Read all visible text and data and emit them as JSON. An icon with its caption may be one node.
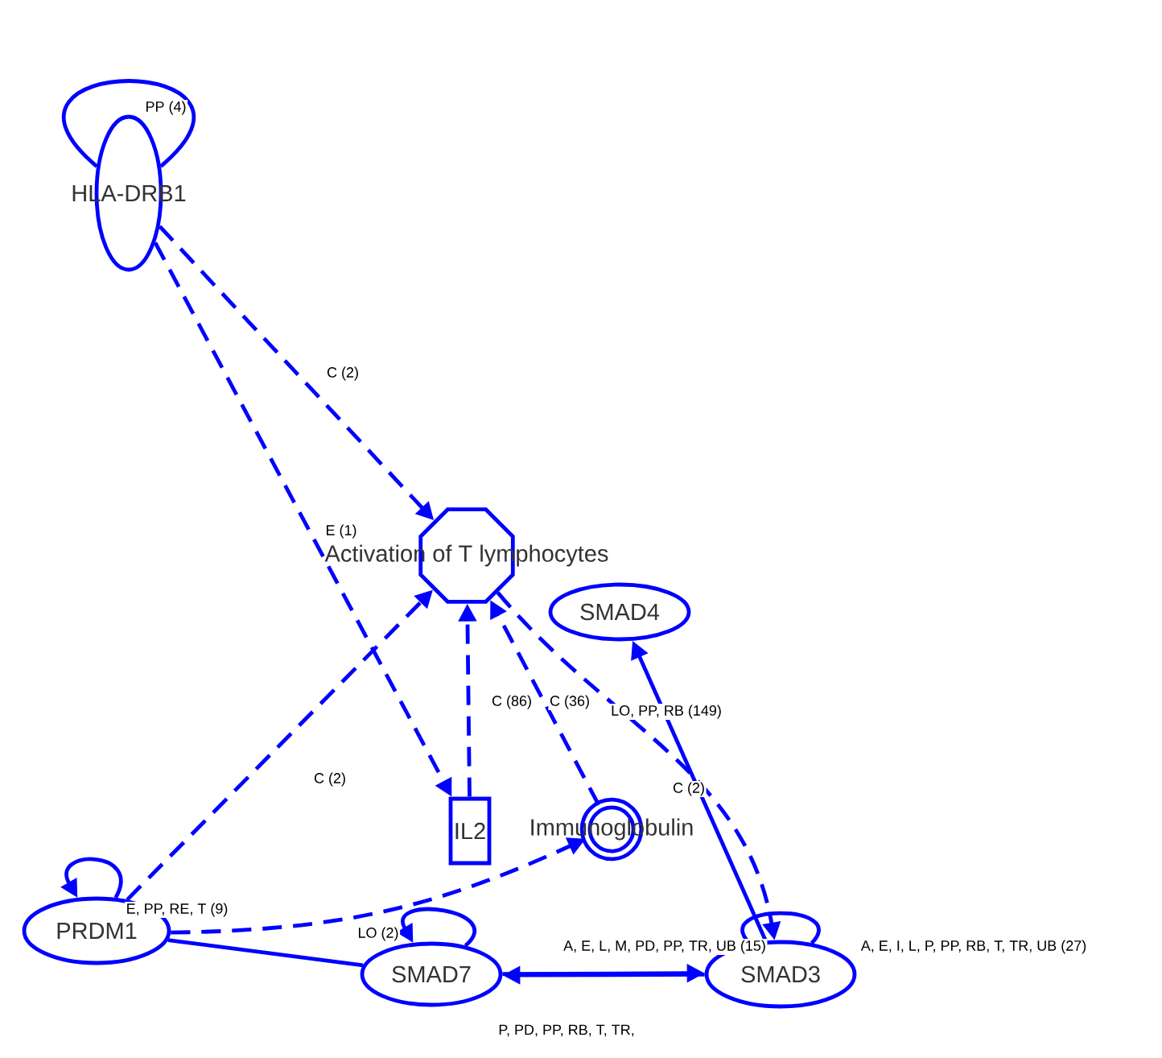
{
  "diagram": {
    "nodes": [
      {
        "text": [
          "HLA-DRB1"
        ]
      },
      {
        "text": [
          "Activation of T lymphocytes"
        ]
      },
      {
        "text": [
          "SMAD4"
        ]
      },
      {
        "text": [
          "IL2"
        ]
      },
      {
        "text": [
          "Immunoglobulin"
        ]
      },
      {
        "text": [
          "PRDM1"
        ]
      },
      {
        "text": [
          "SMAD7"
        ]
      },
      {
        "text": [
          "SMAD3"
        ]
      }
    ],
    "edges": [
      {
        "from": 0,
        "to": 0,
        "arrow": "none",
        "label": "PP (4)"
      },
      {
        "from": 0,
        "to": 1,
        "arrow": "to",
        "label": "C (2)",
        "style": "dashed"
      },
      {
        "from": 0,
        "to": 3,
        "arrow": "to",
        "label": "E (1)",
        "style": "dashed"
      },
      {
        "from": 5,
        "to": 1,
        "arrow": "to",
        "label": "C (2)",
        "style": "dashed"
      },
      {
        "from": 3,
        "to": 1,
        "arrow": "to",
        "label": "C (86)",
        "style": "dashed"
      },
      {
        "from": 4,
        "to": 1,
        "arrow": "to",
        "label": "C (36)",
        "style": "dashed"
      },
      {
        "from": 1,
        "to": 7,
        "arrow": "to",
        "label": "C (2)",
        "style": "dashed"
      },
      {
        "from": 7,
        "to": 2,
        "arrow": "to",
        "label": "LO, PP, RB (149)"
      },
      {
        "from": 5,
        "to": 4,
        "arrow": "to",
        "style": "dashed"
      },
      {
        "from": 5,
        "to": 5,
        "arrow": "to",
        "label": "E, PP, RE, T (9)"
      },
      {
        "from": 6,
        "to": 6,
        "arrow": "to",
        "label": "LO (2)"
      },
      {
        "from": 7,
        "to": 7,
        "arrow": "none",
        "label": "A, E, I, L, P, PP, RB, T, TR, UB (27)"
      },
      {
        "from": 6,
        "to": 7,
        "arrow": "to",
        "label": "A, E, L, M, PD, PP, TR, UB (15)"
      },
      {
        "from": 7,
        "to": 6,
        "arrow": "to",
        "label": "P, PD, PP, RB, T, TR,"
      },
      {
        "from": 5,
        "to": 6,
        "arrow": "none"
      }
    ]
  }
}
